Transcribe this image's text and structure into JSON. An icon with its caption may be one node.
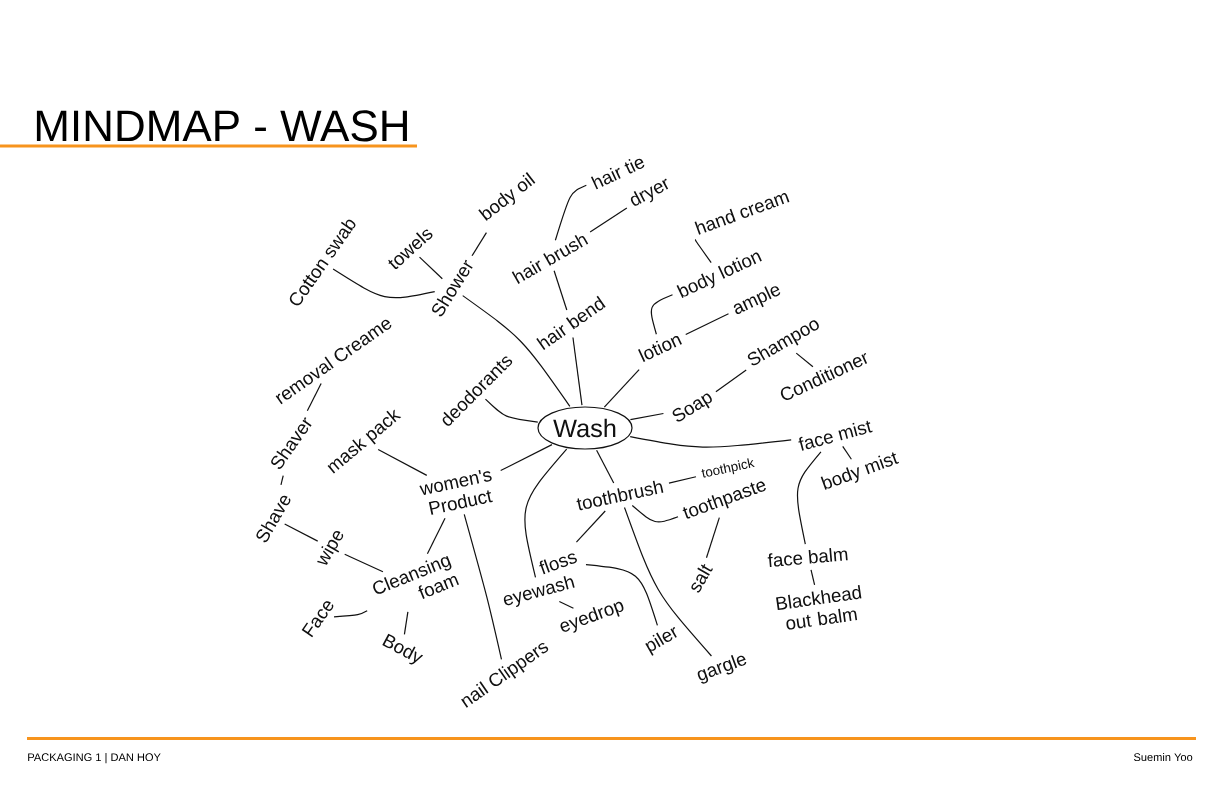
{
  "diagram": {
    "title": "MINDMAP - WASH",
    "nodes": [
      {
        "text": [
          "Wash"
        ]
      },
      {
        "text": [
          "Cotton swab"
        ]
      },
      {
        "text": [
          "towels"
        ]
      },
      {
        "text": [
          "body oil"
        ]
      },
      {
        "text": [
          "Shower"
        ]
      },
      {
        "text": [
          "hair tie"
        ]
      },
      {
        "text": [
          "dryer"
        ]
      },
      {
        "text": [
          "hair brush"
        ]
      },
      {
        "text": [
          "hair bend"
        ]
      },
      {
        "text": [
          "hand cream"
        ]
      },
      {
        "text": [
          "body lotion"
        ]
      },
      {
        "text": [
          "lotion"
        ]
      },
      {
        "text": [
          "ample"
        ]
      },
      {
        "text": [
          "Shampoo"
        ]
      },
      {
        "text": [
          "Conditioner"
        ]
      },
      {
        "text": [
          "Soap"
        ]
      },
      {
        "text": [
          "deodorants"
        ]
      },
      {
        "text": [
          "removal Creame"
        ]
      },
      {
        "text": [
          "Shaver"
        ]
      },
      {
        "text": [
          "mask pack"
        ]
      },
      {
        "text": [
          "Shave"
        ]
      },
      {
        "text": [
          "women's Product"
        ]
      },
      {
        "text": [
          "wipe"
        ]
      },
      {
        "text": [
          "Cleansing foam"
        ]
      },
      {
        "text": [
          "Face"
        ]
      },
      {
        "text": [
          "Body"
        ]
      },
      {
        "text": [
          "nail Clippers"
        ]
      },
      {
        "text": [
          "face mist"
        ]
      },
      {
        "text": [
          "body mist"
        ]
      },
      {
        "text": [
          "toothbrush"
        ]
      },
      {
        "text": [
          "toothpick"
        ]
      },
      {
        "text": [
          "toothpaste"
        ]
      },
      {
        "text": [
          "salt"
        ]
      },
      {
        "text": [
          "floss"
        ]
      },
      {
        "text": [
          "eyewash"
        ]
      },
      {
        "text": [
          "eyedrop"
        ]
      },
      {
        "text": [
          "piler"
        ]
      },
      {
        "text": [
          "gargle"
        ]
      },
      {
        "text": [
          "face balm"
        ]
      },
      {
        "text": [
          "Blackhead out balm"
        ]
      }
    ],
    "edges": [
      {
        "from": 0,
        "to": 4,
        "arrow": "none"
      },
      {
        "from": 0,
        "to": 8,
        "arrow": "none"
      },
      {
        "from": 0,
        "to": 16,
        "arrow": "none"
      },
      {
        "from": 0,
        "to": 11,
        "arrow": "none"
      },
      {
        "from": 0,
        "to": 15,
        "arrow": "none"
      },
      {
        "from": 0,
        "to": 27,
        "arrow": "none"
      },
      {
        "from": 0,
        "to": 21,
        "arrow": "none"
      },
      {
        "from": 0,
        "to": 29,
        "arrow": "none"
      },
      {
        "from": 0,
        "to": 34,
        "arrow": "none"
      },
      {
        "from": 4,
        "to": 2,
        "arrow": "none"
      },
      {
        "from": 4,
        "to": 3,
        "arrow": "none"
      },
      {
        "from": 4,
        "to": 1,
        "arrow": "none"
      },
      {
        "from": 8,
        "to": 7,
        "arrow": "none"
      },
      {
        "from": 7,
        "to": 5,
        "arrow": "none"
      },
      {
        "from": 7,
        "to": 6,
        "arrow": "none"
      },
      {
        "from": 11,
        "to": 10,
        "arrow": "none"
      },
      {
        "from": 11,
        "to": 12,
        "arrow": "none"
      },
      {
        "from": 10,
        "to": 9,
        "arrow": "none"
      },
      {
        "from": 15,
        "to": 13,
        "arrow": "none"
      },
      {
        "from": 13,
        "to": 14,
        "arrow": "none"
      },
      {
        "from": 27,
        "to": 28,
        "arrow": "none"
      },
      {
        "from": 27,
        "to": 38,
        "arrow": "none"
      },
      {
        "from": 38,
        "to": 39,
        "arrow": "none"
      },
      {
        "from": 29,
        "to": 30,
        "arrow": "none"
      },
      {
        "from": 29,
        "to": 31,
        "arrow": "none"
      },
      {
        "from": 31,
        "to": 32,
        "arrow": "none"
      },
      {
        "from": 29,
        "to": 33,
        "arrow": "none"
      },
      {
        "from": 29,
        "to": 37,
        "arrow": "none"
      },
      {
        "from": 33,
        "to": 36,
        "arrow": "none"
      },
      {
        "from": 34,
        "to": 35,
        "arrow": "none"
      },
      {
        "from": 21,
        "to": 19,
        "arrow": "none"
      },
      {
        "from": 21,
        "to": 23,
        "arrow": "none"
      },
      {
        "from": 21,
        "to": 26,
        "arrow": "none"
      },
      {
        "from": 23,
        "to": 22,
        "arrow": "none"
      },
      {
        "from": 23,
        "to": 24,
        "arrow": "none"
      },
      {
        "from": 23,
        "to": 25,
        "arrow": "none"
      },
      {
        "from": 22,
        "to": 20,
        "arrow": "none"
      },
      {
        "from": 20,
        "to": 18,
        "arrow": "none"
      },
      {
        "from": 18,
        "to": 17,
        "arrow": "none"
      }
    ],
    "labels": [
      "PACKAGING 1 | DAN HOY",
      "Suemin Yoo"
    ]
  }
}
